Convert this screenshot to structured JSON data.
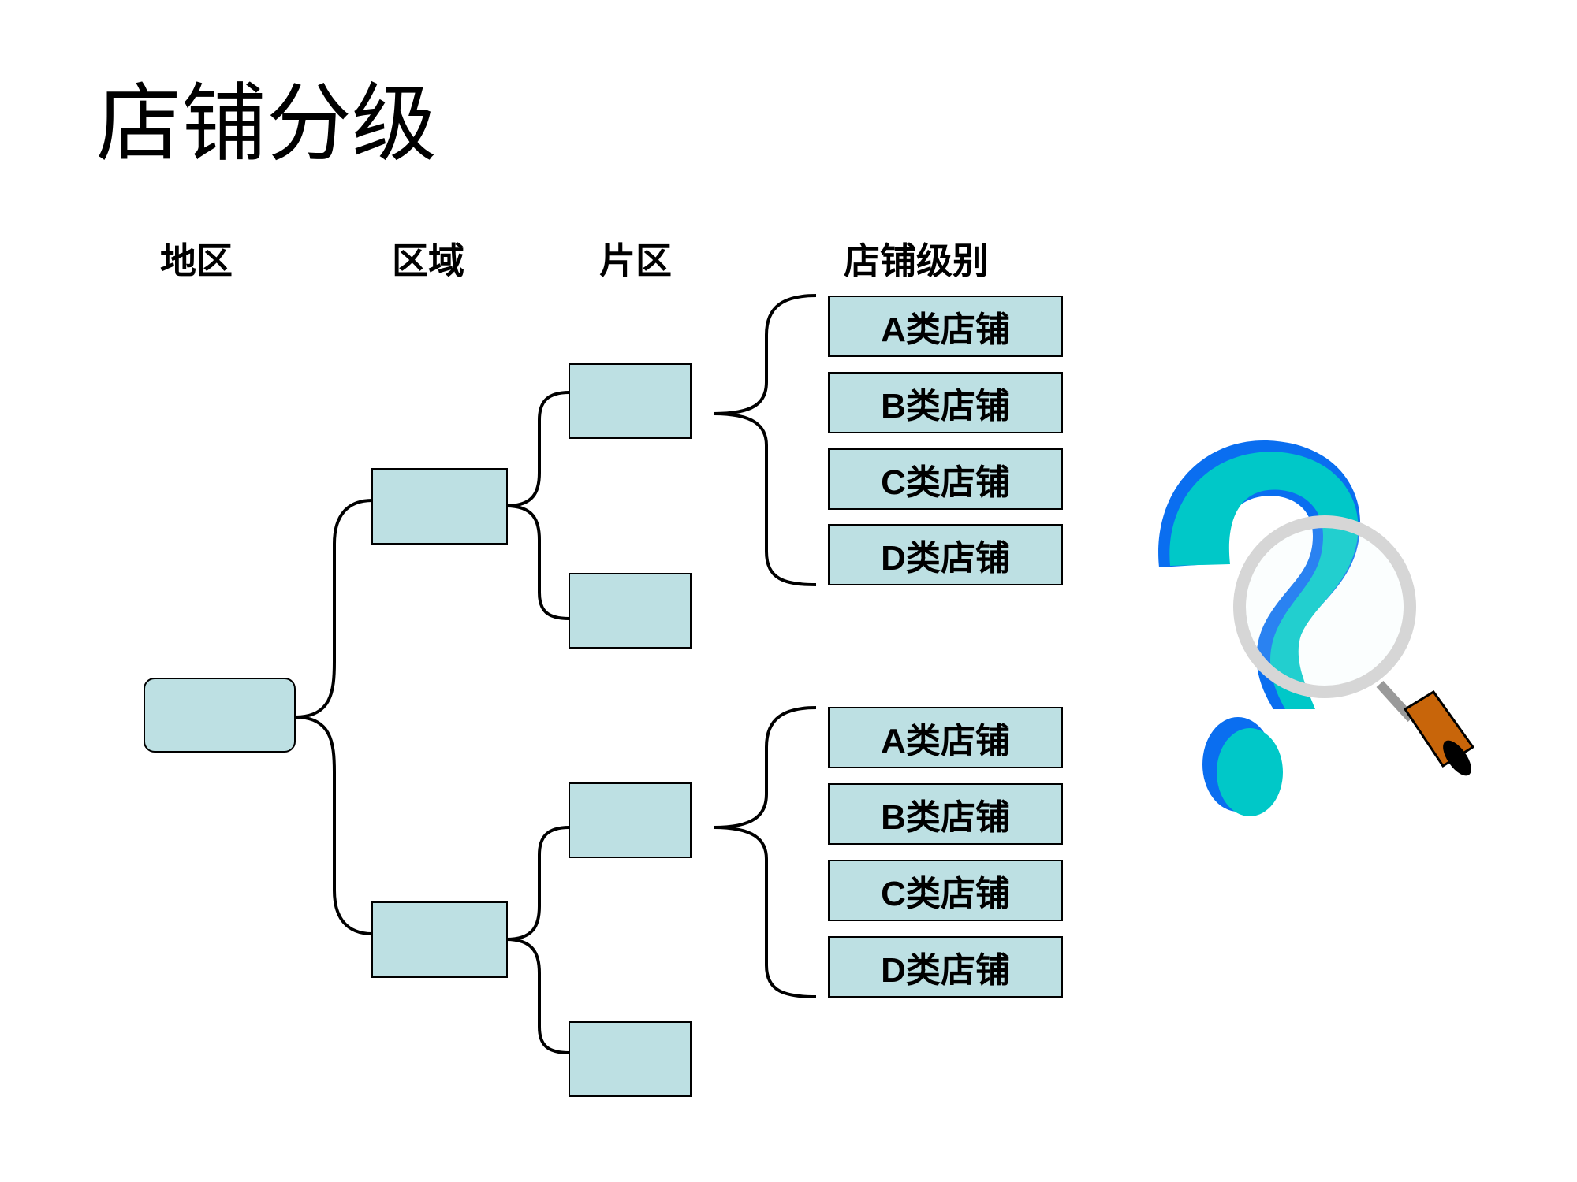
{
  "title": "店铺分级",
  "headers": {
    "region": "地区",
    "area": "区域",
    "district": "片区",
    "store_level": "店铺级别"
  },
  "level_groups": [
    {
      "items": [
        "A类店铺",
        "B类店铺",
        "C类店铺",
        "D类店铺"
      ]
    },
    {
      "items": [
        "A类店铺",
        "B类店铺",
        "C类店铺",
        "D类店铺"
      ]
    }
  ],
  "colors": {
    "box_fill": "#bde0e3",
    "question_main": "#00c8c8",
    "question_shade": "#0a6ef0",
    "handle": "#c8650a"
  },
  "icons": [
    "question-mark-icon",
    "magnifier-icon"
  ]
}
